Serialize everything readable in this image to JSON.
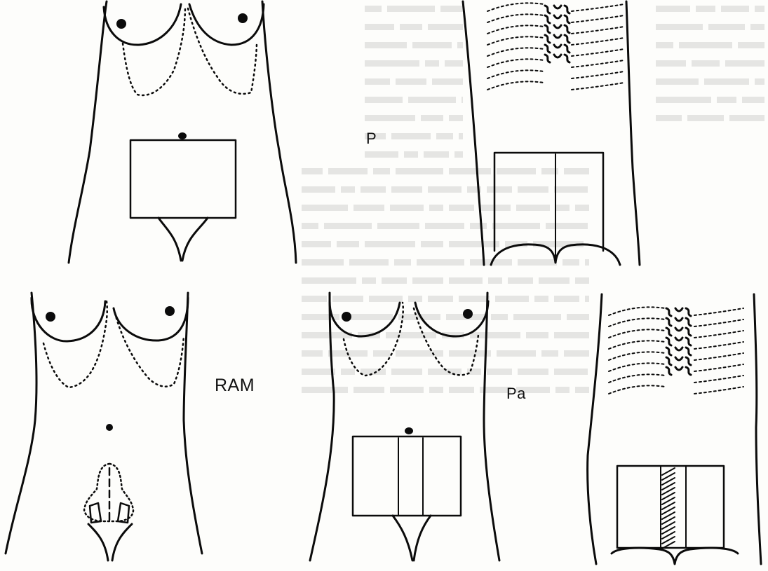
{
  "labels": {
    "p": "P",
    "ram": "RAM",
    "pa": "Pa"
  },
  "colors": {
    "ink": "#0b0b0b",
    "paper": "#fdfdfb",
    "faded_text": "#d2d2cf"
  }
}
